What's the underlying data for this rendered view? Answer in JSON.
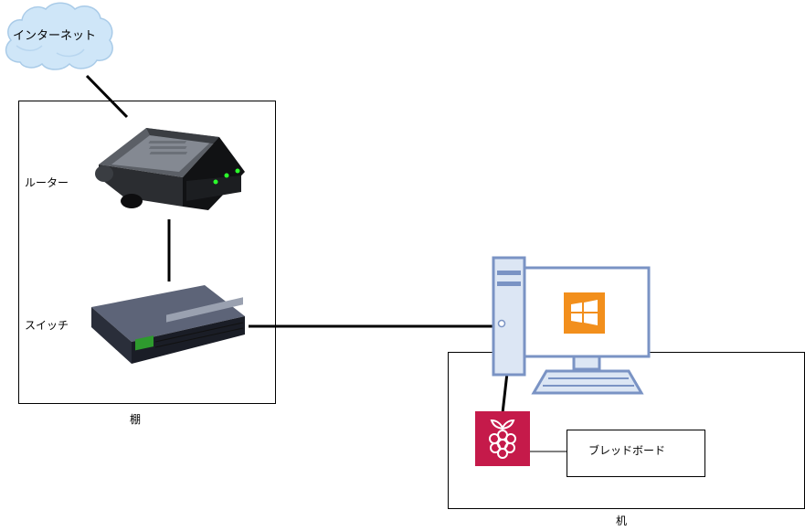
{
  "cloud": {
    "label": "インターネット"
  },
  "shelf": {
    "caption": "棚",
    "router_label": "ルーター",
    "switch_label": "スイッチ"
  },
  "desk": {
    "caption": "机",
    "breadboard_label": "ブレッドボード"
  },
  "icons": {
    "cloud": "cloud-icon",
    "router": "router-icon",
    "switch": "network-switch-icon",
    "pc": "desktop-pc-icon",
    "os_logo": "windows-logo-icon",
    "raspberry_pi": "raspberry-pi-icon"
  },
  "colors": {
    "cloud_fill": "#cfe6f8",
    "cloud_stroke": "#a9cbe8",
    "pc_stroke": "#7a93c4",
    "pc_fill": "#dce6f4",
    "windows_orange": "#f28f1c",
    "raspberry": "#c51a4a"
  }
}
